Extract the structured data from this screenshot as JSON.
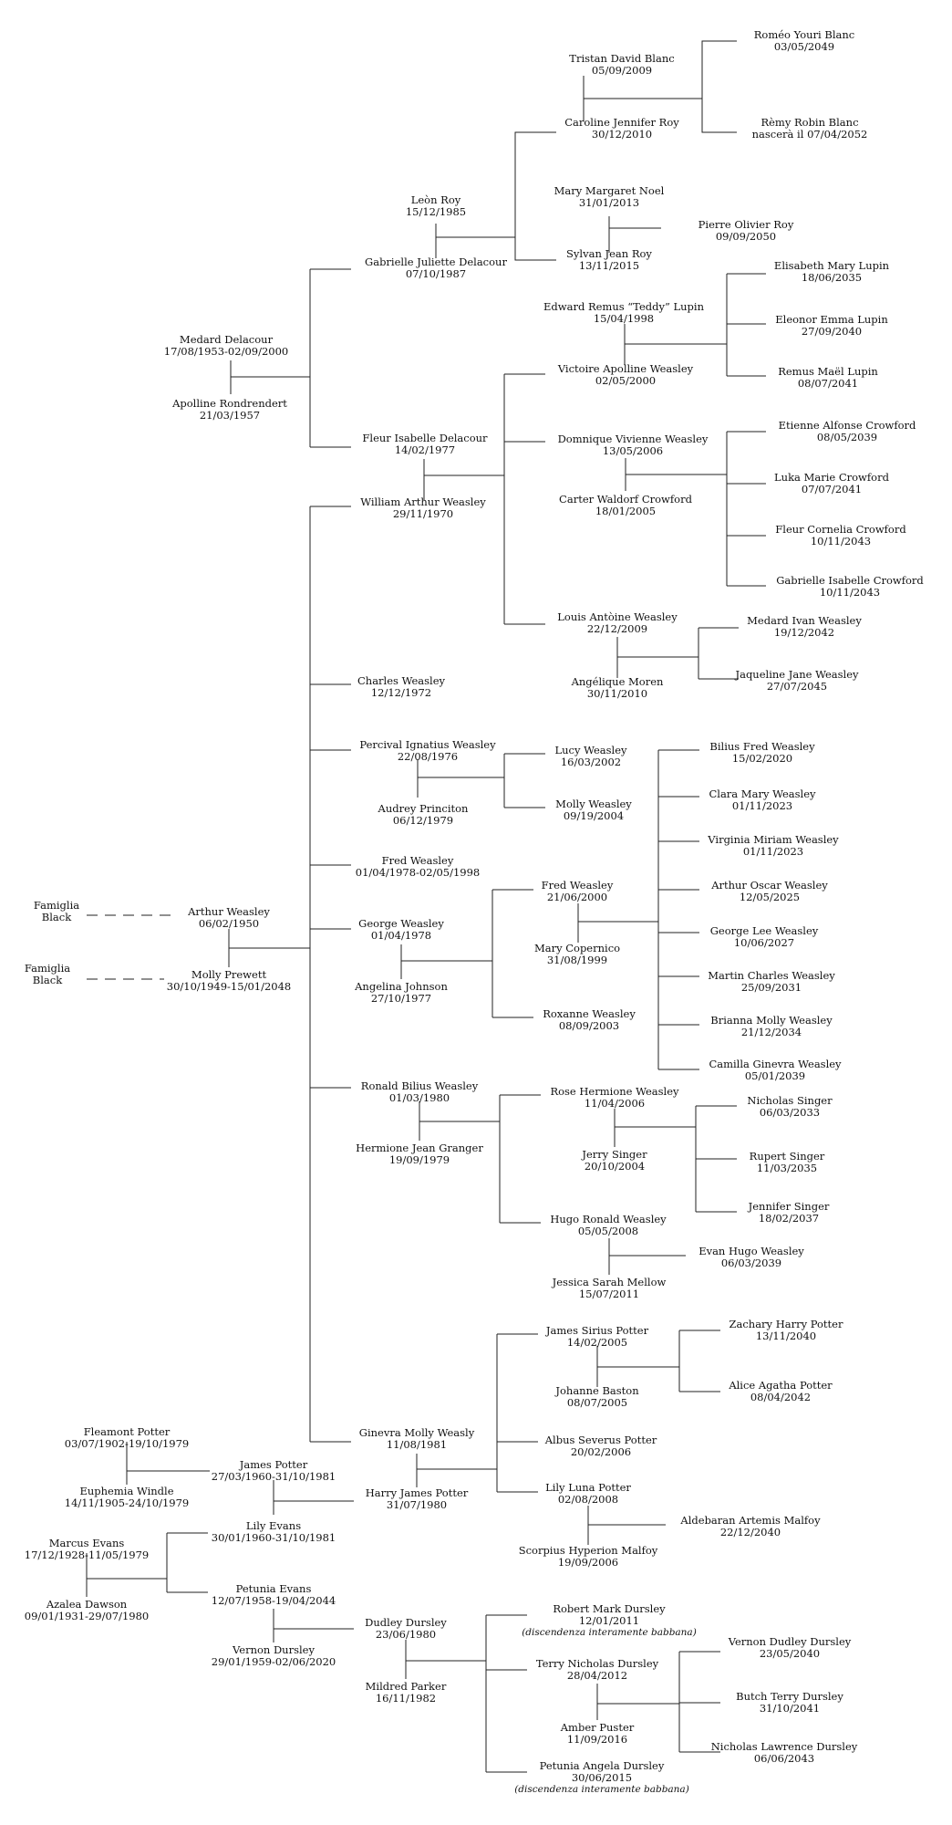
{
  "people": {
    "romeo": {
      "name": "Roméo Youri Blanc",
      "date": "03/05/2049"
    },
    "tristan": {
      "name": "Tristan David Blanc",
      "date": "05/09/2009"
    },
    "caroline": {
      "name": "Caroline Jennifer Roy",
      "date": "30/12/2010"
    },
    "remy": {
      "name": "Rèmy Robin Blanc",
      "date": "nascerà il 07/04/2052"
    },
    "leon": {
      "name": "Leòn Roy",
      "date": "15/12/1985"
    },
    "gabrielle": {
      "name": "Gabrielle Juliette Delacour",
      "date": "07/10/1987"
    },
    "marymargaret": {
      "name": "Mary Margaret Noel",
      "date": "31/01/2013"
    },
    "pierre": {
      "name": "Pierre Olivier Roy",
      "date": "09/09/2050"
    },
    "sylvan": {
      "name": "Sylvan Jean Roy",
      "date": "13/11/2015"
    },
    "medard": {
      "name": "Medard Delacour",
      "date": "17/08/1953-02/09/2000"
    },
    "apolline": {
      "name": "Apolline Rondrendert",
      "date": "21/03/1957"
    },
    "teddy": {
      "name": "Edward Remus “Teddy” Lupin",
      "date": "15/04/1998"
    },
    "elisabeth": {
      "name": "Elisabeth Mary Lupin",
      "date": "18/06/2035"
    },
    "eleonor": {
      "name": "Eleonor Emma Lupin",
      "date": "27/09/2040"
    },
    "remusmael": {
      "name": "Remus Maël Lupin",
      "date": "08/07/2041"
    },
    "victoire": {
      "name": "Victoire Apolline Weasley",
      "date": "02/05/2000"
    },
    "fleur": {
      "name": "Fleur Isabelle Delacour",
      "date": "14/02/1977"
    },
    "dominique": {
      "name": "Domnique Vivienne Weasley",
      "date": "13/05/2006"
    },
    "carter": {
      "name": "Carter Waldorf Crowford",
      "date": "18/01/2005"
    },
    "etienne": {
      "name": "Etienne Alfonse Crowford",
      "date": "08/05/2039"
    },
    "luka": {
      "name": "Luka Marie Crowford",
      "date": "07/07/2041"
    },
    "fleurcornelia": {
      "name": "Fleur Cornelia Crowford",
      "date": "10/11/2043"
    },
    "gabrielleisabelle": {
      "name": "Gabrielle Isabelle Crowford",
      "date": "10/11/2043"
    },
    "william": {
      "name": "William Arthur Weasley",
      "date": "29/11/1970"
    },
    "louis": {
      "name": "Louis Antòine Weasley",
      "date": "22/12/2009"
    },
    "angelique": {
      "name": "Angélique Moren",
      "date": "30/11/2010"
    },
    "medardivan": {
      "name": "Medard Ivan Weasley",
      "date": "19/12/2042"
    },
    "jaqueline": {
      "name": "Jaqueline Jane Weasley",
      "date": "27/07/2045"
    },
    "charles": {
      "name": "Charles Weasley",
      "date": "12/12/1972"
    },
    "percival": {
      "name": "Percival Ignatius Weasley",
      "date": "22/08/1976"
    },
    "audrey": {
      "name": "Audrey Princiton",
      "date": "06/12/1979"
    },
    "lucy": {
      "name": "Lucy Weasley",
      "date": "16/03/2002"
    },
    "mollyw": {
      "name": "Molly Weasley",
      "date": "09/19/2004"
    },
    "bilius": {
      "name": "Bilius Fred Weasley",
      "date": "15/02/2020"
    },
    "clara": {
      "name": "Clara Mary Weasley",
      "date": "01/11/2023"
    },
    "virginia": {
      "name": "Virginia Miriam Weasley",
      "date": "01/11/2023"
    },
    "arthuroscar": {
      "name": "Arthur Oscar Weasley",
      "date": "12/05/2025"
    },
    "georgelee": {
      "name": "George Lee Weasley",
      "date": "10/06/2027"
    },
    "martin": {
      "name": "Martin Charles Weasley",
      "date": "25/09/2031"
    },
    "brianna": {
      "name": "Brianna Molly Weasley",
      "date": "21/12/2034"
    },
    "camilla": {
      "name": "Camilla Ginevra Weasley",
      "date": "05/01/2039"
    },
    "fred": {
      "name": "Fred Weasley",
      "date": "01/04/1978-02/05/1998"
    },
    "fred2": {
      "name": "Fred Weasley",
      "date": "21/06/2000"
    },
    "marycop": {
      "name": "Mary Copernico",
      "date": "31/08/1999"
    },
    "roxanne": {
      "name": "Roxanne Weasley",
      "date": "08/09/2003"
    },
    "famblack1": {
      "name": "Famiglia",
      "date": "Black"
    },
    "famblack2": {
      "name": "Famiglia",
      "date": "Black"
    },
    "arthur": {
      "name": "Arthur Weasley",
      "date": "06/02/1950"
    },
    "mollyp": {
      "name": "Molly Prewett",
      "date": "30/10/1949-15/01/2048"
    },
    "george": {
      "name": "George Weasley",
      "date": "01/04/1978"
    },
    "angelina": {
      "name": "Angelina Johnson",
      "date": "27/10/1977"
    },
    "ronald": {
      "name": "Ronald Bilius Weasley",
      "date": "01/03/1980"
    },
    "hermione": {
      "name": "Hermione Jean Granger",
      "date": "19/09/1979"
    },
    "rose": {
      "name": "Rose Hermione Weasley",
      "date": "11/04/2006"
    },
    "jerry": {
      "name": "Jerry Singer",
      "date": "20/10/2004"
    },
    "nicholas": {
      "name": "Nicholas Singer",
      "date": "06/03/2033"
    },
    "rupert": {
      "name": "Rupert Singer",
      "date": "11/03/2035"
    },
    "jennifer": {
      "name": "Jennifer Singer",
      "date": "18/02/2037"
    },
    "hugo": {
      "name": "Hugo Ronald Weasley",
      "date": "05/05/2008"
    },
    "jessica": {
      "name": "Jessica Sarah Mellow",
      "date": "15/07/2011"
    },
    "evan": {
      "name": "Evan Hugo Weasley",
      "date": "06/03/2039"
    },
    "jamessirius": {
      "name": "James Sirius Potter",
      "date": "14/02/2005"
    },
    "johanne": {
      "name": "Johanne Baston",
      "date": "08/07/2005"
    },
    "zachary": {
      "name": "Zachary Harry Potter",
      "date": "13/11/2040"
    },
    "alice": {
      "name": "Alice Agatha Potter",
      "date": "08/04/2042"
    },
    "albus": {
      "name": "Albus Severus Potter",
      "date": "20/02/2006"
    },
    "lilyluna": {
      "name": "Lily Luna Potter",
      "date": "02/08/2008"
    },
    "scorpius": {
      "name": "Scorpius Hyperion Malfoy",
      "date": "19/09/2006"
    },
    "aldebaran": {
      "name": "Aldebaran Artemis Malfoy",
      "date": "22/12/2040"
    },
    "ginevra": {
      "name": "Ginevra Molly Weasly",
      "date": "11/08/1981"
    },
    "harry": {
      "name": "Harry James Potter",
      "date": "31/07/1980"
    },
    "fleamont": {
      "name": "Fleamont Potter",
      "date": "03/07/1902-19/10/1979"
    },
    "euphemia": {
      "name": "Euphemia Windle",
      "date": "14/11/1905-24/10/1979"
    },
    "james": {
      "name": "James Potter",
      "date": "27/03/1960-31/10/1981"
    },
    "lily": {
      "name": "Lily Evans",
      "date": "30/01/1960-31/10/1981"
    },
    "marcus": {
      "name": "Marcus Evans",
      "date": "17/12/1928-11/05/1979"
    },
    "azalea": {
      "name": "Azalea Dawson",
      "date": "09/01/1931-29/07/1980"
    },
    "petunia": {
      "name": "Petunia Evans",
      "date": "12/07/1958-19/04/2044"
    },
    "vernon": {
      "name": "Vernon Dursley",
      "date": "29/01/1959-02/06/2020"
    },
    "dudley": {
      "name": "Dudley Dursley",
      "date": "23/06/1980"
    },
    "mildred": {
      "name": "Mildred Parker",
      "date": "16/11/1982"
    },
    "robert": {
      "name": "Robert Mark Dursley",
      "date": "12/01/2011",
      "note": "(discendenza interamente babbana)"
    },
    "terry": {
      "name": "Terry Nicholas Dursley",
      "date": "28/04/2012"
    },
    "amber": {
      "name": "Amber Puster",
      "date": "11/09/2016"
    },
    "vernondudley": {
      "name": "Vernon Dudley Dursley",
      "date": "23/05/2040"
    },
    "butch": {
      "name": "Butch Terry Dursley",
      "date": "31/10/2041"
    },
    "nicholasl": {
      "name": "Nicholas Lawrence Dursley",
      "date": "06/06/2043"
    },
    "petuniaangela": {
      "name": "Petunia Angela Dursley",
      "date": "30/06/2015",
      "note": "(discendenza interamente babbana)"
    }
  }
}
